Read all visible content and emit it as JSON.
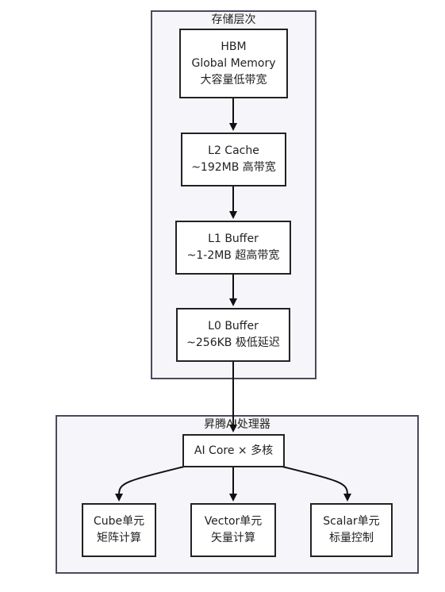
{
  "clusters": {
    "storage": {
      "title": "存储层次"
    },
    "processor": {
      "title": "昇腾AI处理器"
    }
  },
  "nodes": {
    "hbm": {
      "lines": [
        "HBM",
        "Global Memory",
        "大容量低带宽"
      ]
    },
    "l2": {
      "lines": [
        "L2 Cache",
        "~192MB 高带宽"
      ]
    },
    "l1": {
      "lines": [
        "L1 Buffer",
        "~1-2MB 超高带宽"
      ]
    },
    "l0": {
      "lines": [
        "L0 Buffer",
        "~256KB 极低延迟"
      ]
    },
    "aicore": {
      "lines": [
        "AI Core × 多核"
      ]
    },
    "cube": {
      "lines": [
        "Cube单元",
        "矩阵计算"
      ]
    },
    "vector": {
      "lines": [
        "Vector单元",
        "矢量计算"
      ]
    },
    "scalar": {
      "lines": [
        "Scalar单元",
        "标量控制"
      ]
    }
  },
  "colors": {
    "cluster_fill": "#f6f6fa",
    "cluster_border": "#4a4a5e",
    "node_border": "#222222",
    "edge": "#111111"
  }
}
